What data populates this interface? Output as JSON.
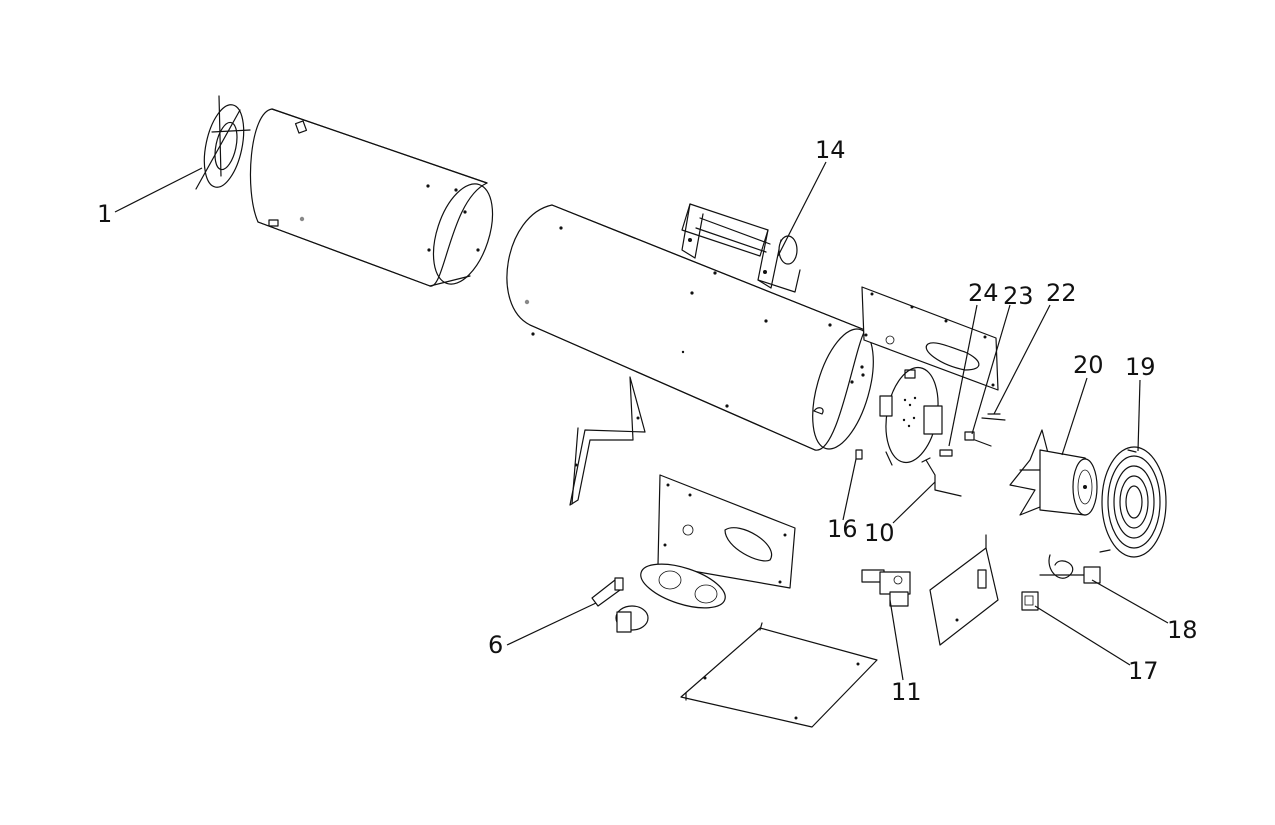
{
  "callouts": {
    "c1": "1",
    "c6": "6",
    "c10": "10",
    "c11": "11",
    "c14": "14",
    "c16": "16",
    "c17": "17",
    "c18": "18",
    "c19": "19",
    "c20": "20",
    "c22": "22",
    "c23": "23",
    "c24": "24"
  }
}
